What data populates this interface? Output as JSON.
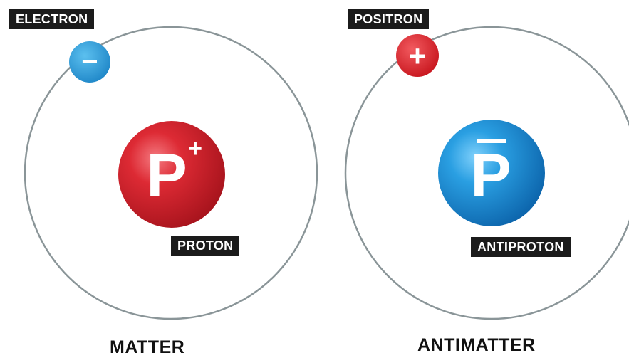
{
  "matter": {
    "electron_label": "ELECTRON",
    "electron_sign": "−",
    "nucleus_letter": "P",
    "nucleus_charge": "+",
    "nucleus_label": "PROTON",
    "caption": "MATTER"
  },
  "antimatter": {
    "positron_label": "POSITRON",
    "positron_sign": "+",
    "nucleus_letter": "P",
    "nucleus_bar": "_",
    "nucleus_label": "ANTIPROTON",
    "caption": "ANTIMATTER"
  },
  "colors": {
    "proton_red": "#d4202a",
    "antiproton_blue": "#1f8fd6",
    "electron_blue": "#2b9ad8",
    "positron_red": "#e0252c",
    "orbit": "#8a9598",
    "label_bg": "#1b1b1b"
  }
}
